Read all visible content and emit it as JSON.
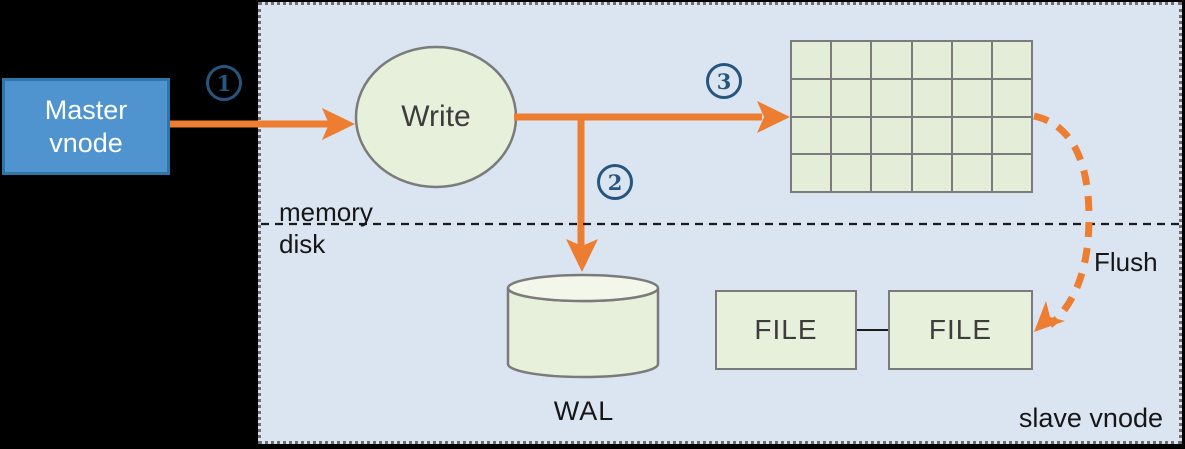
{
  "colors": {
    "canvas_bg": "#000000",
    "panel_bg": "#dbe5f1",
    "panel_border": "#6f6f6f",
    "master_fill": "#4f94ce",
    "master_border": "#2e75a8",
    "master_text": "#ffffff",
    "shape_fill": "#e7f0db",
    "shape_fill_light": "#f2f7e9",
    "shape_stroke": "#7b7b7b",
    "grid_fill": "#e3edd8",
    "arrow_orange": "#ed7d31",
    "step_blue": "#26567f",
    "line_black": "#1a1a1a",
    "label_text": "#161616",
    "node_text": "#3d3d3d"
  },
  "diagram": {
    "master_node": {
      "line1": "Master",
      "line2": "vnode"
    },
    "write_node": {
      "label": "Write"
    },
    "wal": {
      "label": "WAL"
    },
    "file_boxes": [
      {
        "label": "FILE"
      },
      {
        "label": "FILE"
      }
    ],
    "memtable_grid": {
      "rows": 4,
      "cols": 6
    },
    "labels": {
      "memory": "memory",
      "disk": "disk",
      "flush": "Flush",
      "slave_vnode": "slave vnode"
    },
    "steps": [
      {
        "number": "1"
      },
      {
        "number": "2"
      },
      {
        "number": "3"
      }
    ]
  }
}
